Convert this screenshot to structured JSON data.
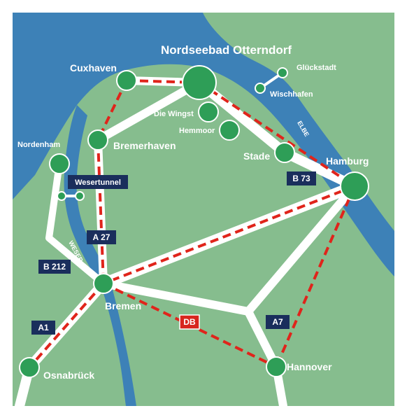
{
  "map": {
    "colors": {
      "land": "#86bd8e",
      "water": "#3d81b7",
      "road": "#ffffff",
      "rail": "#e0241b",
      "city": "#2e9e57",
      "road_label_bg": "#1a2e5c",
      "db_label_bg": "#d7261e"
    },
    "cities": {
      "otterndorf": "Nordseebad Otterndorf",
      "cuxhaven": "Cuxhaven",
      "glueckstadt": "Glückstadt",
      "wischhafen": "Wischhafen",
      "wingst": "Die Wingst",
      "hemmoor": "Hemmoor",
      "nordenham": "Nordenham",
      "bremerhaven": "Bremerhaven",
      "stade": "Stade",
      "hamburg": "Hamburg",
      "bremen": "Bremen",
      "osnabrueck": "Osnabrück",
      "hannover": "Hannover"
    },
    "road_labels": {
      "wesertunnel": "Wesertunnel",
      "b73": "B 73",
      "a27": "A 27",
      "b212": "B 212",
      "a1": "A1",
      "a7": "A7",
      "db": "DB"
    },
    "rivers": {
      "elbe": "ELBE",
      "weser": "WESER"
    }
  }
}
